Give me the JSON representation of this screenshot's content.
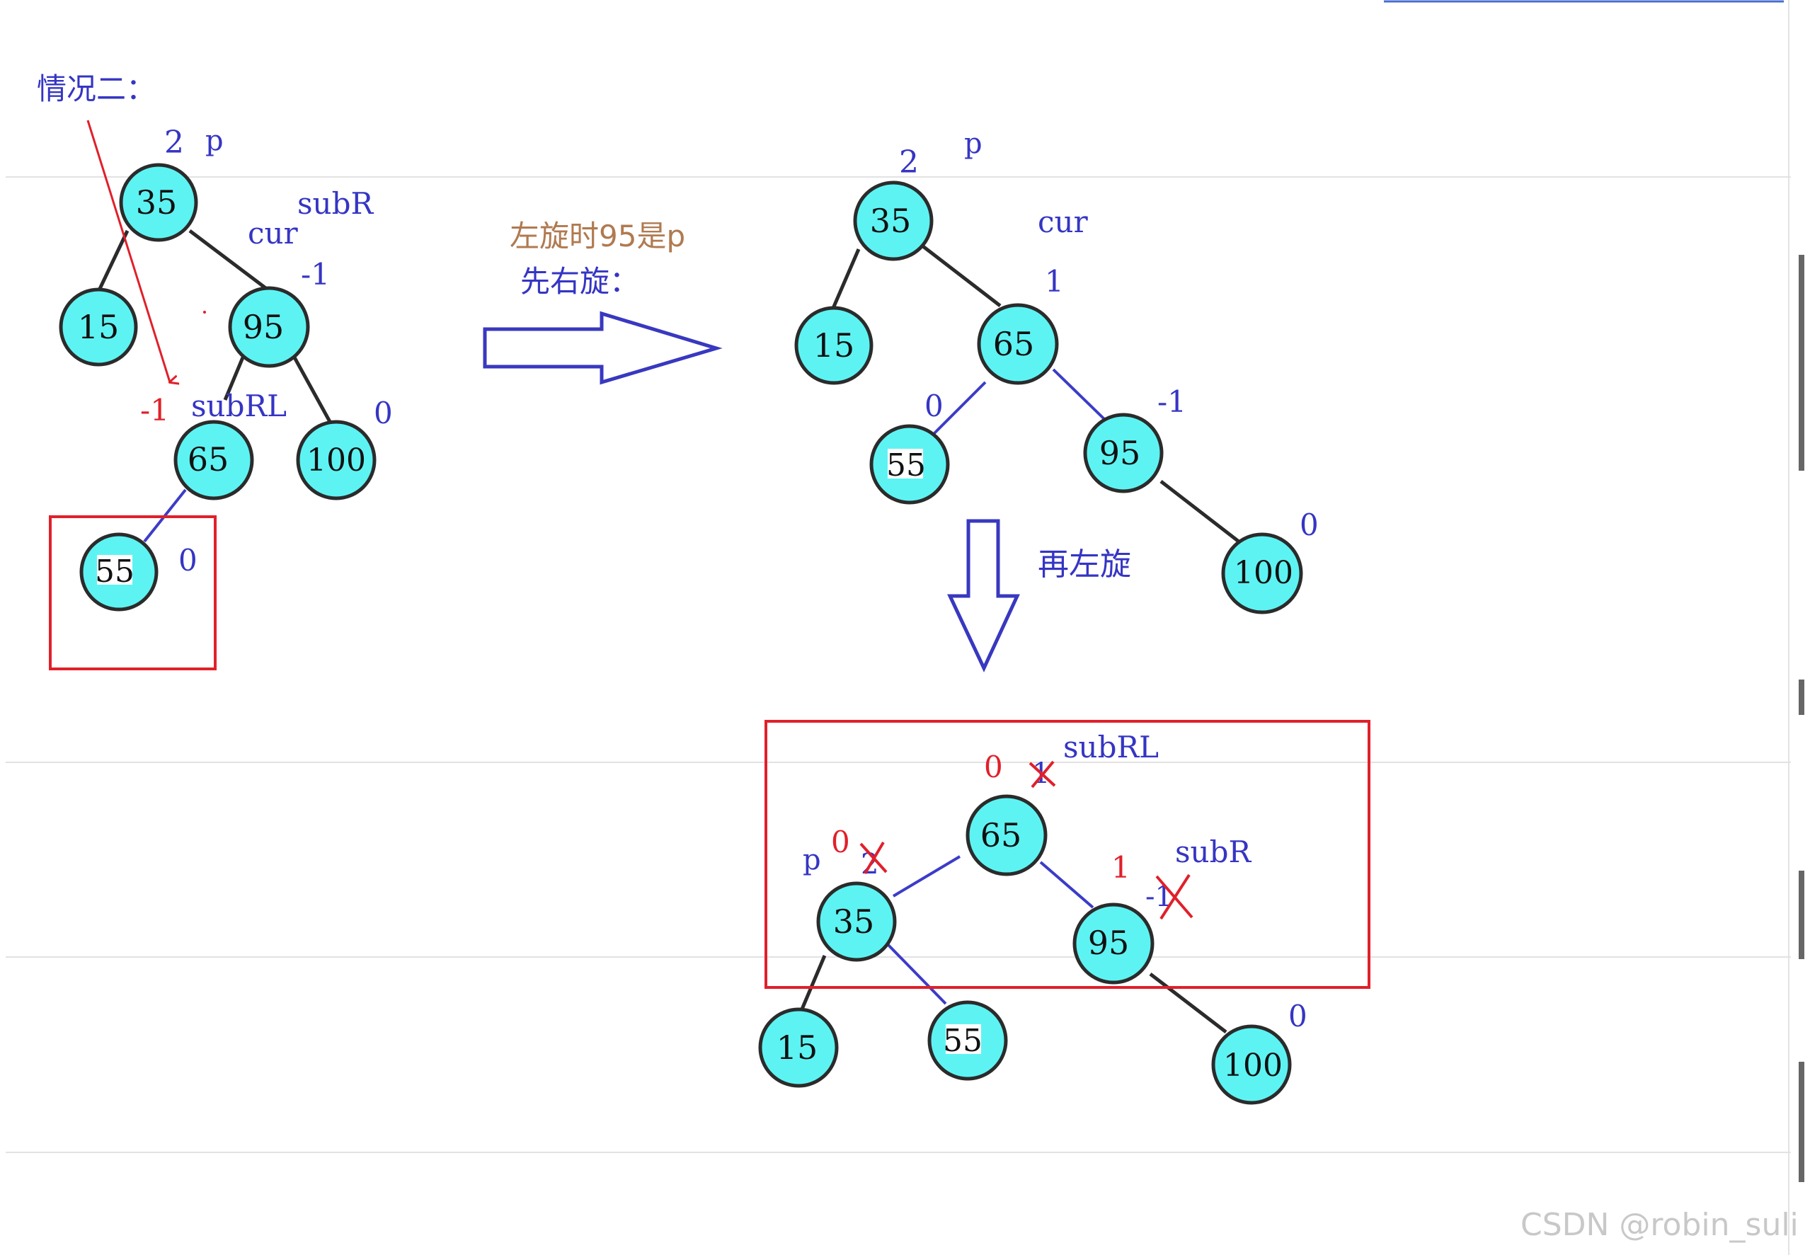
{
  "title": "情况二：",
  "watermark": "CSDN @robin_suli",
  "step1": {
    "line1": "左旋时95是p",
    "line2": "先右旋："
  },
  "step2": {
    "label": "再左旋"
  },
  "colors": {
    "node_fill": "#5ef3f3",
    "node_stroke": "#2b2b2b",
    "blue_text": "#3535c4",
    "red": "#e0202a",
    "brown_text": "#b07a50",
    "edge_dark": "#2b2b2b",
    "edge_blue": "#3c3cc8",
    "arrow_blue": "#3838c0"
  },
  "trees": [
    {
      "id": "initial",
      "nodes": [
        "35",
        "15",
        "95",
        "65",
        "100",
        "55"
      ],
      "labels": [
        "2",
        "p",
        "subR",
        "cur",
        "-1",
        "-1",
        "subRL",
        "0",
        "0"
      ]
    },
    {
      "id": "after-right-rotation",
      "nodes": [
        "35",
        "15",
        "65",
        "55",
        "95",
        "100"
      ],
      "labels": [
        "2",
        "p",
        "cur",
        "1",
        "0",
        "-1",
        "0"
      ]
    },
    {
      "id": "after-left-rotation",
      "nodes": [
        "65",
        "35",
        "95",
        "15",
        "55",
        "100"
      ],
      "labels": [
        "0",
        "1",
        "subRL",
        "p",
        "0",
        "2",
        "1",
        "-1",
        "subR",
        "0"
      ]
    }
  ]
}
